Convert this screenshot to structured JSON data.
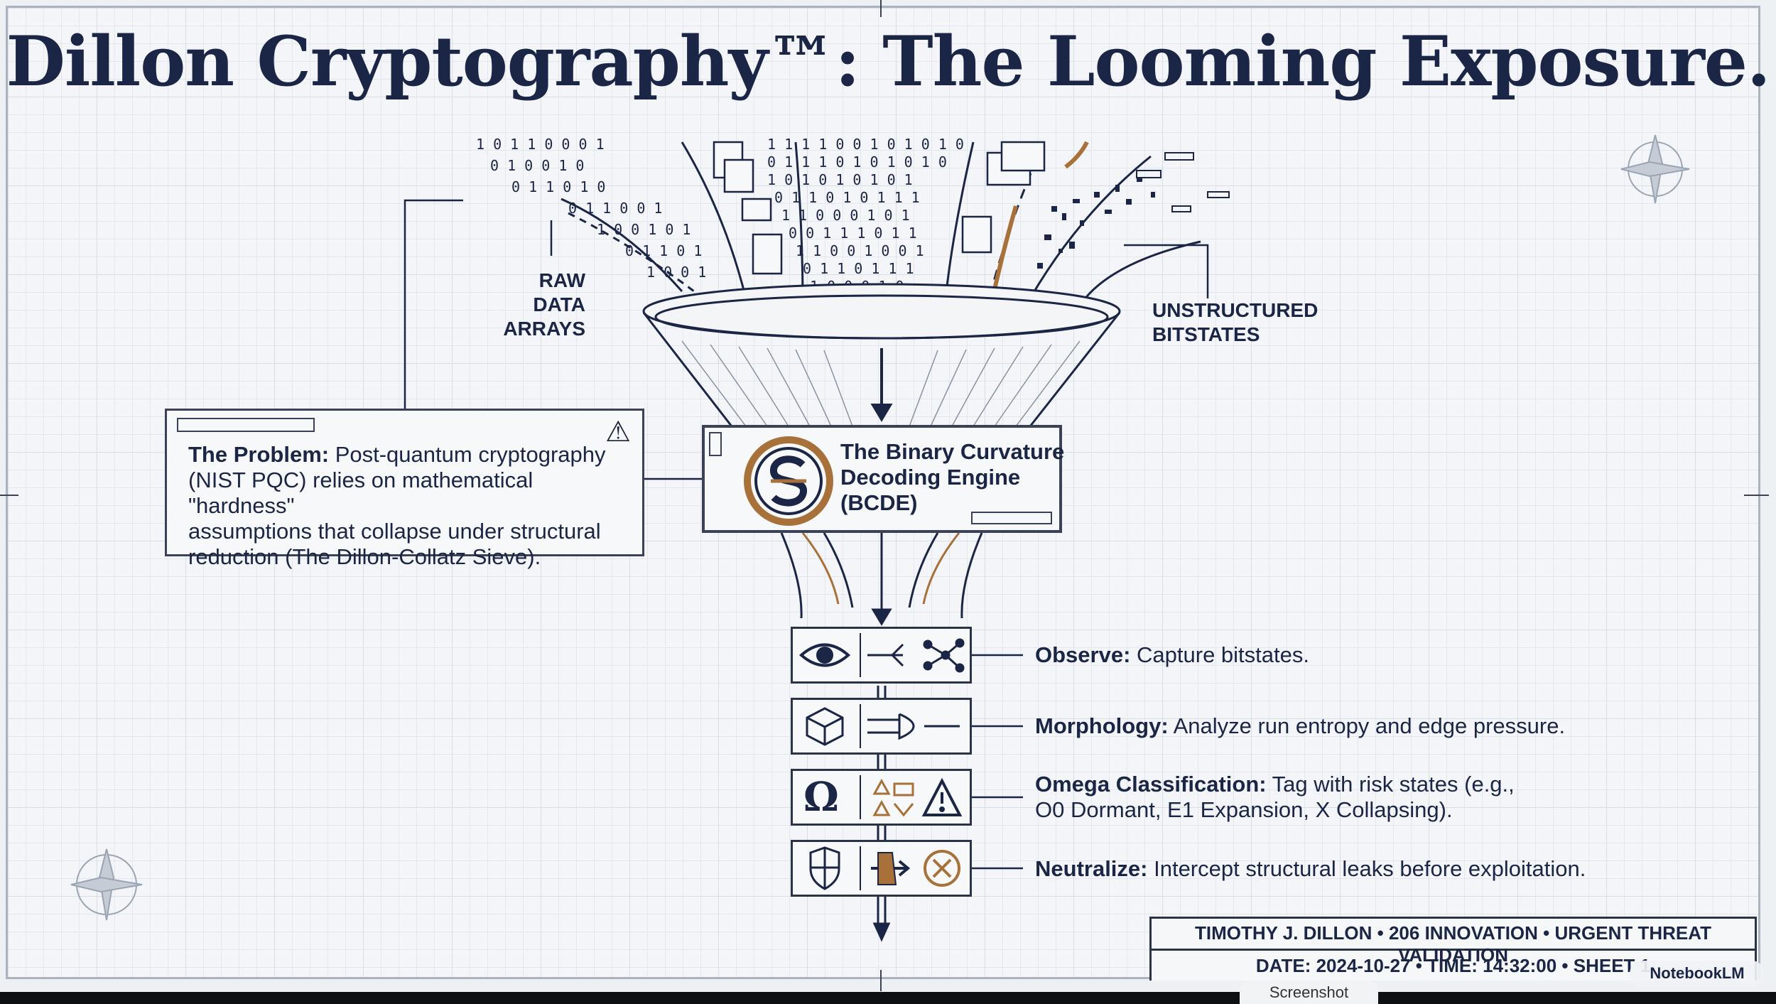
{
  "title": "Dillon Cryptography™: The Looming Exposure.",
  "labels": {
    "raw_data": [
      "RAW DATA",
      "ARRAYS"
    ],
    "unstructured": [
      "UNSTRUCTURED",
      "BITSTATES"
    ]
  },
  "problem": {
    "heading": "The Problem:",
    "body_first": " Post-quantum cryptography",
    "lines": [
      "(NIST PQC) relies on mathematical \"hardness\"",
      "assumptions that collapse under structural",
      "reduction (The Dillon-Collatz Sieve)."
    ]
  },
  "engine": {
    "lines": [
      "The Binary Curvature",
      "Decoding Engine",
      "(BCDE)"
    ]
  },
  "steps": [
    {
      "heading": "Observe:",
      "text": " Capture bitstates.",
      "extra": ""
    },
    {
      "heading": "Morphology:",
      "text": " Analyze run entropy and edge pressure.",
      "extra": ""
    },
    {
      "heading": "Omega Classification:",
      "text": " Tag with risk states (e.g.,",
      "extra": "O0 Dormant, E1 Expansion, X Collapsing)."
    },
    {
      "heading": "Neutralize:",
      "text": " Intercept structural leaks before exploitation.",
      "extra": ""
    }
  ],
  "footer": {
    "line1": "TIMOTHY J. DILLON • 206 INNOVATION • URGENT THREAT VALIDATION",
    "line2": "DATE: 2024-10-27 • TIME: 14:32:00 • SHEET 1"
  },
  "overlay": {
    "badge": "NotebookLM",
    "tab": "Screenshot"
  },
  "colors": {
    "ink": "#1b2545",
    "accent": "#a8713a",
    "grid": "#d9dee5"
  },
  "icons": [
    "eye-icon",
    "signal-flow-icon",
    "network-icon",
    "cube-icon",
    "logic-gate-icon",
    "omega-icon",
    "warning-icon",
    "shield-icon",
    "intercept-arrow-icon",
    "cancel-circle-icon",
    "compass-rose-icon"
  ]
}
